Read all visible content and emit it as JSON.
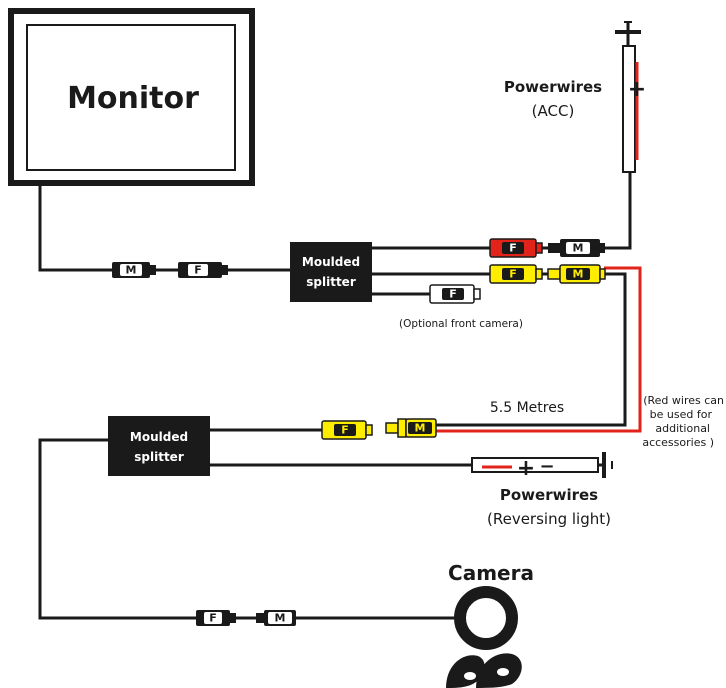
{
  "labels": {
    "monitor": "Monitor",
    "splitter_top_line1": "Moulded",
    "splitter_top_line2": "splitter",
    "splitter_bottom_line1": "Moulded",
    "splitter_bottom_line2": "splitter",
    "powerwires_acc_title": "Powerwires",
    "powerwires_acc_sub": "(ACC)",
    "optional_front_camera": "(Optional front camera)",
    "length": "5.5 Metres",
    "red_note_line1": "(Red wires can",
    "red_note_line2": "be used for",
    "red_note_line3": "additional",
    "red_note_line4": "accessories )",
    "powerwires_rev_title": "Powerwires",
    "powerwires_rev_sub": "(Reversing light)",
    "camera": "Camera"
  },
  "connectors": {
    "male": "M",
    "female": "F"
  },
  "symbols": {
    "plus": "+",
    "minus": "−"
  },
  "colors": {
    "wire": "#1a1a1a",
    "red_wire": "#e2231a",
    "yellow": "#ffed00",
    "red": "#e2231a",
    "white": "#ffffff",
    "splitter": "#1a1a1a"
  }
}
